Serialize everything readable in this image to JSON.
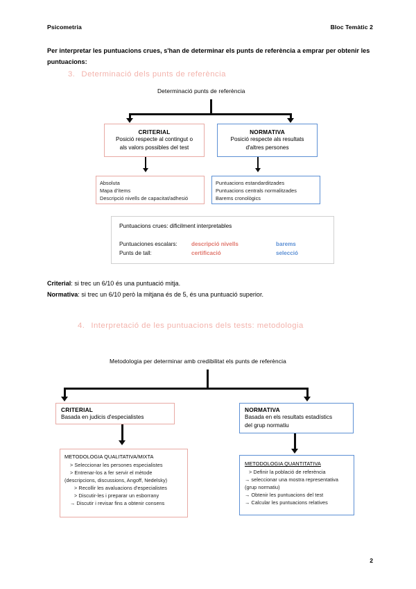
{
  "header": {
    "left": "Psicometria",
    "right": "Bloc Temàtic 2"
  },
  "intro": "Per interpretar les puntuacions crues, s'han de determinar els punts de referència a emprar per obtenir les puntuacions:",
  "sections": {
    "three": {
      "number": "3.",
      "title": "Determinació dels punts de referència"
    },
    "four": {
      "number": "4.",
      "title": "Interpretació de les puntuacions dels tests: metodologia"
    }
  },
  "diagram1": {
    "title": "Determinació punts de referència",
    "criterial": {
      "title": "CRITERIAL",
      "line1": "Posició respecte al contingut o",
      "line2": "als valors possibles del test",
      "detail": [
        "Absoluta",
        "Mapa d'ítems",
        "Descripció nivells de capacitat/adhesió"
      ]
    },
    "normativa": {
      "title": "NORMATIVA",
      "line1": "Posició respecte als resultats",
      "line2": "d'altres persones",
      "detail": [
        "Puntuacions estandarditzades",
        "Puntuacions centrals normalitzades",
        "Barems cronològics"
      ]
    },
    "summary": {
      "heading": "Puntuacions crues: dificilment interpretables",
      "rows": [
        {
          "label": "Puntuaciones escalars:",
          "red": "descripció nivells",
          "blue": "barems"
        },
        {
          "label": "Punts de tall:",
          "red": "certificació",
          "blue": "selecció"
        }
      ]
    }
  },
  "explanation": {
    "criterial_label": "Criterial",
    "criterial_text": ": si trec un 6/10 és una puntuació mitja.",
    "normativa_label": "Normativa",
    "normativa_text": ": si trec un 6/10 però la mitjana és de 5, és una puntuació superior."
  },
  "diagram2": {
    "title": "Metodologia per determinar amb credibilitat els punts de referència",
    "criterial": {
      "title": "CRITERIAL",
      "line1": "Basada en judicis d'especialistes",
      "detail_head": "METODOLOGIA QUALITATIVA/MIXTA",
      "detail": [
        "> Seleccionar les persones especialistes",
        "> Entrenar-los a fer servir el mètode",
        "(descripcions, discussions, Angoff, Nedelsky)",
        "> Recollir les avaluacions d'especialistes",
        "> Discutir-les i preparar un esborrany",
        "→ Discutir i revisar fins a obtenir consens"
      ]
    },
    "normativa": {
      "title": "NORMATIVA",
      "line1": "Basada en els resultats estadístics",
      "line2": "del grup normatiu",
      "detail_head": "METODOLOGIA QUANTITATIVA",
      "detail": [
        "> Definir la població de referència",
        "→ seleccionar una mostra representativa",
        "(grup normatiu)",
        "→ Obtenir les puntuacions del test",
        "→ Calcular les puntuacions relatives"
      ]
    }
  },
  "page_number": "2",
  "colors": {
    "red_accent": "#e8a9a3",
    "blue_accent": "#5b8fd4",
    "heading_pink": "#f3b3ac",
    "red_text": "#e0766c",
    "blue_text": "#5b8fd4"
  }
}
